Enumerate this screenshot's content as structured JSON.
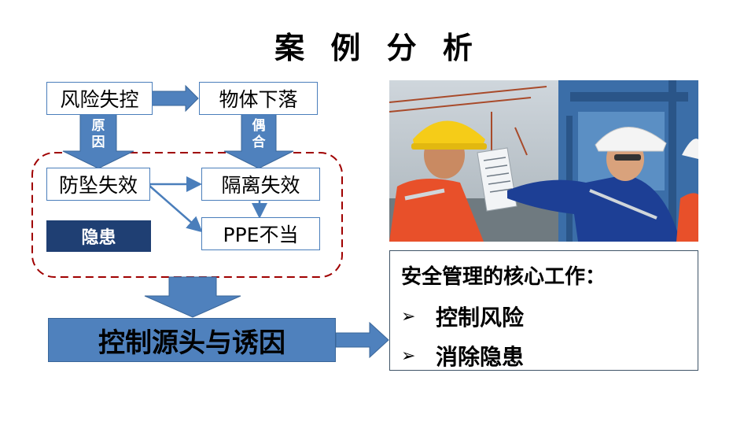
{
  "title": "案 例 分 析",
  "flow": {
    "risk_box": "风险失控",
    "falling_box": "物体下落",
    "label_cause": [
      "原",
      "因"
    ],
    "label_coupling": [
      "偶",
      "合"
    ],
    "fall_protection_box": "防坠失效",
    "isolation_box": "隔离失效",
    "ppe_box": "PPE不当",
    "hazard_label": "隐患",
    "main_box": "控制源头与诱因"
  },
  "core": {
    "title": "安全管理的核心工作：",
    "bullet": "➢",
    "items": [
      "控制风险",
      "消除隐患"
    ]
  },
  "colors": {
    "arrow_fill": "#4f81bd",
    "arrow_stroke": "#3a6699",
    "dashed_border": "#a00000",
    "hazard_fill": "#1f3f73"
  },
  "photo": {
    "icons": [
      "worker-left-icon",
      "worker-right-icon",
      "document-icon",
      "crane-icon"
    ]
  }
}
